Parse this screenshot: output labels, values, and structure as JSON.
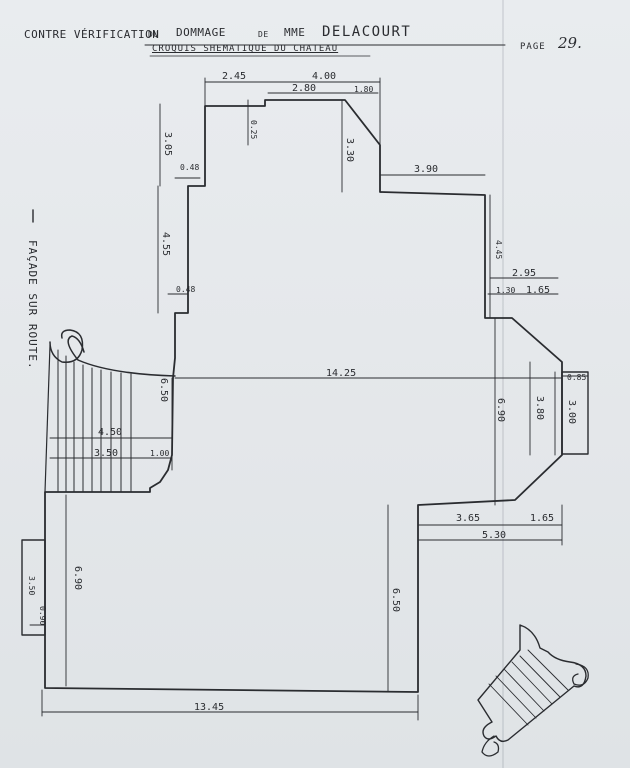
{
  "header": {
    "line1_prefix": "CONTRE VÉRIFICATION",
    "line1_of": "DU",
    "line1_subject": "DOMMAGE",
    "line1_of2": "DE",
    "line1_title": "MME",
    "line1_name": "DELACOURT",
    "line2": "CROQUIS SHEMATIQUE DU CHATEAU",
    "page_label": "PAGE",
    "page_number": "29."
  },
  "side_label": "FAÇADE SUR ROUTE.",
  "dimensions": {
    "top_245": "2.45",
    "top_400": "4.00",
    "top_280": "2.80",
    "top_180": "1.80",
    "notch_025": "0.25",
    "step_330": "3.30",
    "left_305": "3.05",
    "left_048a": "0.48",
    "right_390": "3.90",
    "left_455": "4.55",
    "right_445": "4.45",
    "right_295": "2.95",
    "left_048b": "0.48",
    "right_130": "1.30",
    "right_165a": "1.65",
    "bay_085": "0.85",
    "width_1425": "14.25",
    "left_650": "6.50",
    "bay_380": "3.80",
    "bay_300": "3.00",
    "right_690": "6.90",
    "stair_450": "4.50",
    "stair_350": "3.50",
    "stair_100": "1.00",
    "low_365": "3.65",
    "low_165b": "1.65",
    "low_530": "5.30",
    "low_690": "6.90",
    "porch_350": "3.50",
    "porch_090": "0.90",
    "low_650": "6.50",
    "bottom_1345": "13.45"
  },
  "colors": {
    "paper": "#e6e9ec",
    "ink": "#2a2c30"
  }
}
